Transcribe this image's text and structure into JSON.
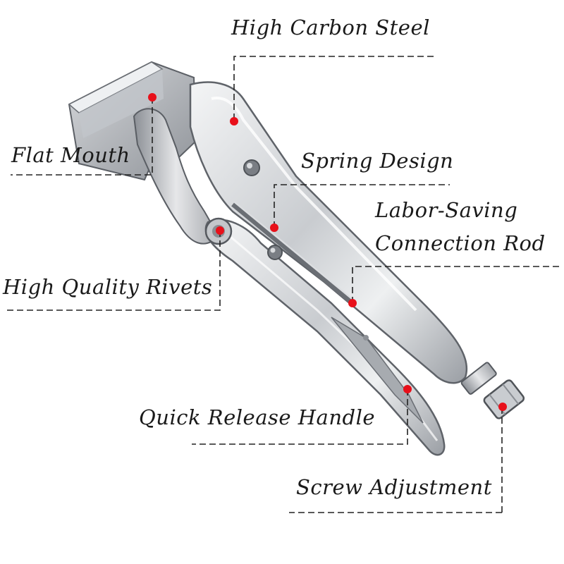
{
  "labels": {
    "high_carbon_steel": "High Carbon Steel",
    "flat_mouth": "Flat Mouth",
    "spring_design": "Spring Design",
    "labor_saving_line1": "Labor-Saving",
    "labor_saving_line2": "Connection Rod",
    "high_quality_rivets": "High Quality Rivets",
    "quick_release_handle": "Quick Release Handle",
    "screw_adjustment": "Screw Adjustment"
  },
  "colors": {
    "marker": "#e8101a",
    "line": "#222222",
    "steel_light": "#e9eaec",
    "steel_mid": "#b9bcc1",
    "steel_dark": "#6e7278"
  }
}
